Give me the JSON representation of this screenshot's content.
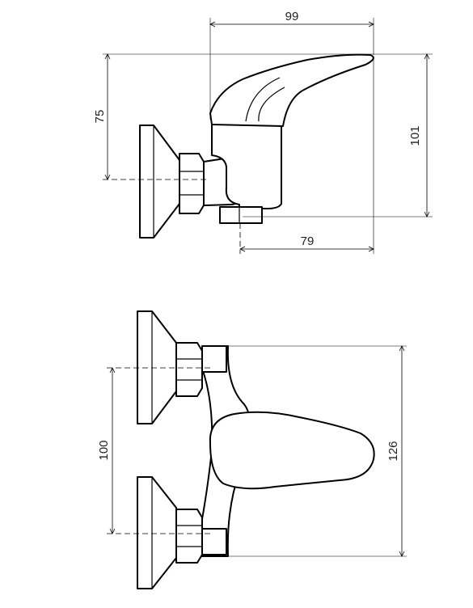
{
  "drawing": {
    "dimensions": {
      "top_width": "99",
      "top_height_75": "75",
      "top_height_101": "101",
      "top_width_79": "79",
      "front_spacing": "100",
      "front_height": "126"
    }
  }
}
